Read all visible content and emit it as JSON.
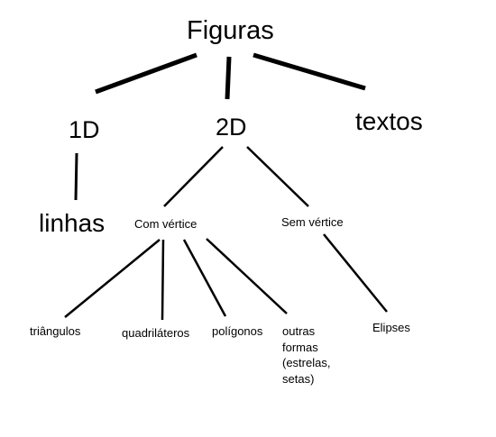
{
  "diagram": {
    "root": {
      "label": "Figuras"
    },
    "level1": [
      {
        "label": "1D"
      },
      {
        "label": "2D"
      },
      {
        "label": "textos"
      }
    ],
    "level2": [
      {
        "label": "linhas",
        "parent": "1D"
      },
      {
        "label": "Com vértice",
        "parent": "2D"
      },
      {
        "label": "Sem vértice",
        "parent": "2D"
      }
    ],
    "level3": [
      {
        "label": "triângulos",
        "parent": "Com vértice"
      },
      {
        "label": "quadriláteros",
        "parent": "Com vértice"
      },
      {
        "label": "polígonos",
        "parent": "Com vértice"
      },
      {
        "lines": [
          "outras",
          "formas",
          "(estrelas,",
          "setas)"
        ],
        "parent": "Com vértice"
      },
      {
        "label": "Elipses",
        "parent": "Sem vértice"
      }
    ],
    "line_color": "#000000"
  }
}
